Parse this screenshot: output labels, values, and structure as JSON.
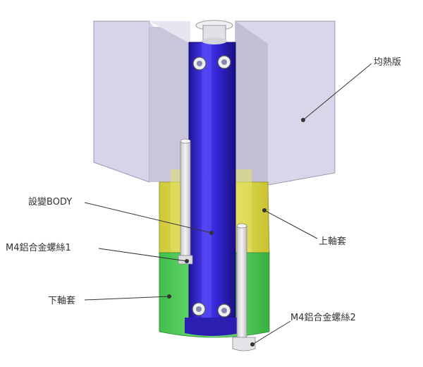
{
  "labels": {
    "heat_plate": "均熱版",
    "body": "設變BODY",
    "screw1": "M4鋁合金螺絲1",
    "upper_sleeve": "上軸套",
    "lower_sleeve": "下軸套",
    "screw2": "M4鋁合金螺絲2"
  },
  "colors": {
    "heat_plate_front": "#d7d5e6",
    "heat_plate_top": "#ecebf4",
    "heat_plate_side": "#c3c0d8",
    "body": "#3a2ee0",
    "body_dark": "#2416a8",
    "upper_sleeve": "#e3df5a",
    "lower_sleeve": "#5fd466",
    "screw": "#e6e6e8",
    "leader": "#333333"
  }
}
